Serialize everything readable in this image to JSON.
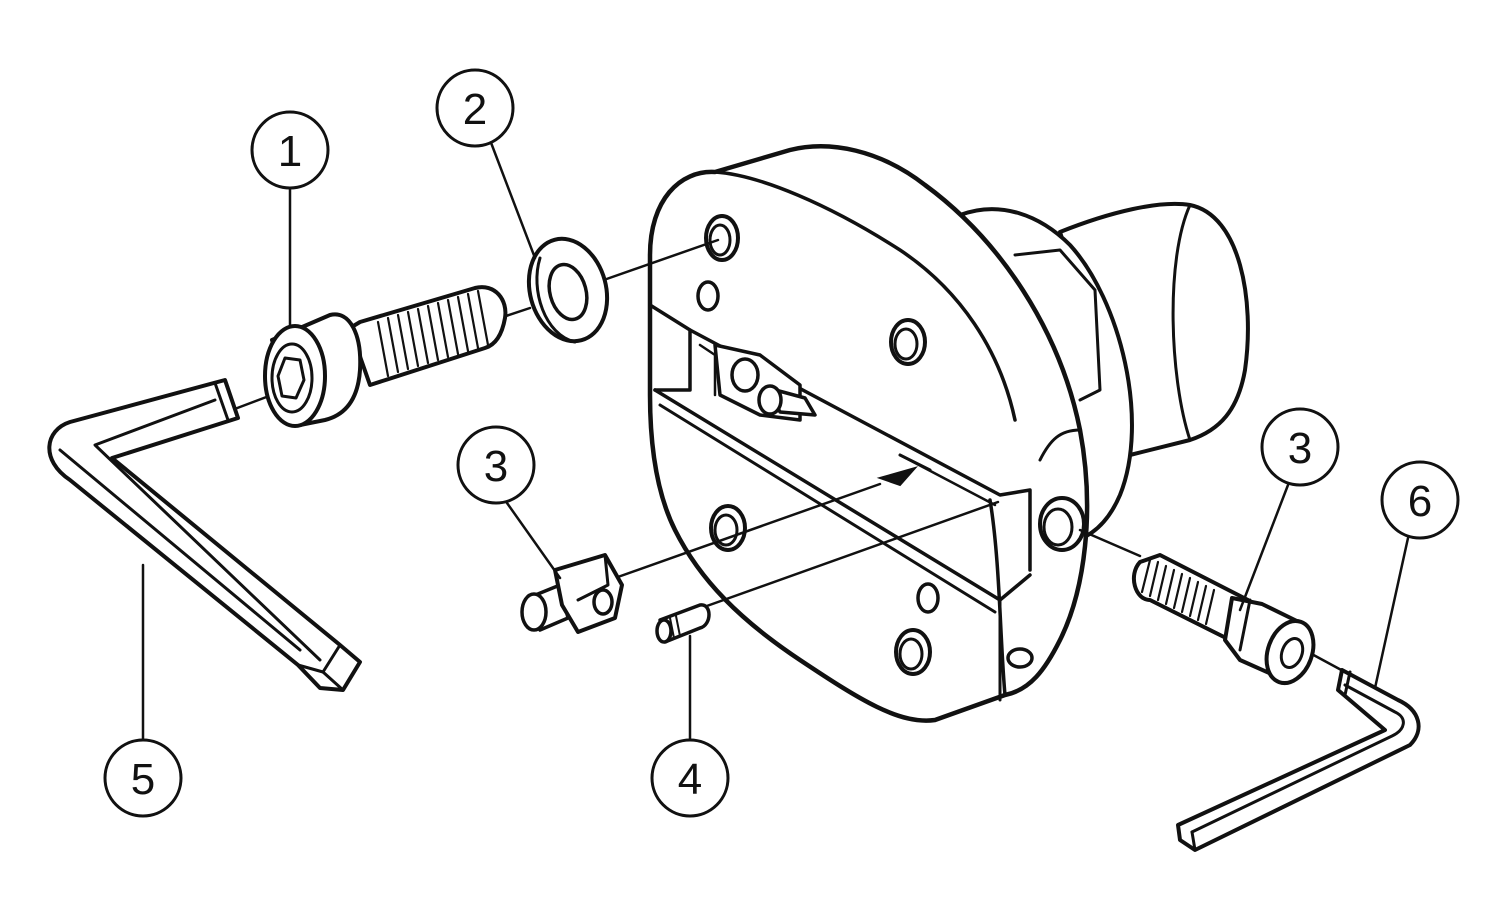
{
  "colors": {
    "ink": "#111111",
    "paper": "#ffffff"
  },
  "callouts": [
    {
      "id": "c1",
      "label": "1"
    },
    {
      "id": "c2",
      "label": "2"
    },
    {
      "id": "c3a",
      "label": "3"
    },
    {
      "id": "c3b",
      "label": "3"
    },
    {
      "id": "c4",
      "label": "4"
    },
    {
      "id": "c5",
      "label": "5"
    },
    {
      "id": "c6",
      "label": "6"
    }
  ]
}
